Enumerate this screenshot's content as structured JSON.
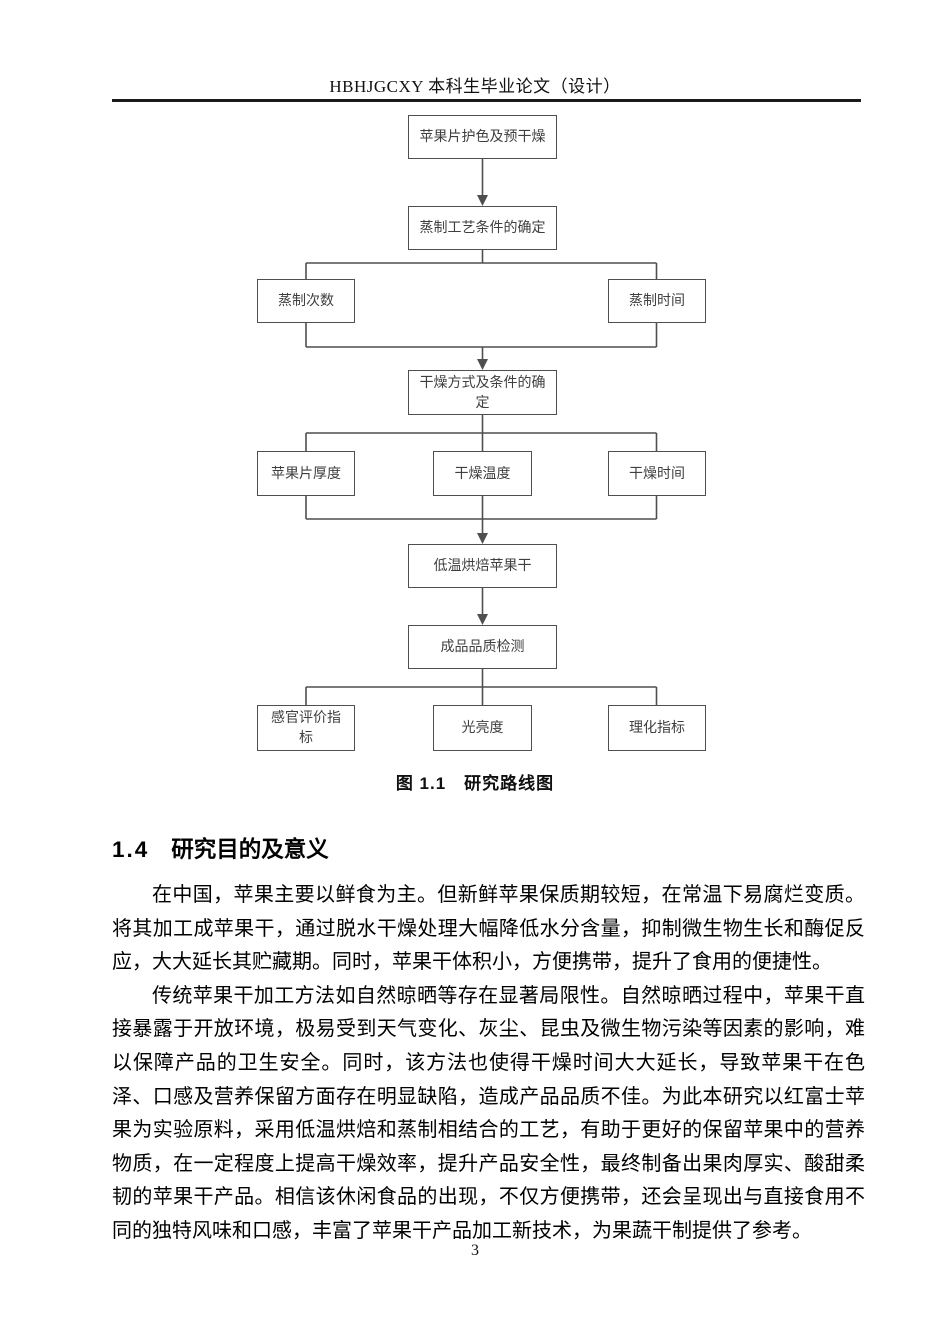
{
  "header": {
    "title": "HBHJGCXY 本科生毕业论文（设计）"
  },
  "flowchart": {
    "boxes": [
      {
        "label": "苹果片护色及预干燥"
      },
      {
        "label": "蒸制工艺条件的确定"
      },
      {
        "label": "蒸制次数"
      },
      {
        "label": "蒸制时间"
      },
      {
        "label": "干燥方式及条件的确定"
      },
      {
        "label": "苹果片厚度"
      },
      {
        "label": "干燥温度"
      },
      {
        "label": "干燥时间"
      },
      {
        "label": "低温烘焙苹果干"
      },
      {
        "label": "成品品质检测"
      },
      {
        "label": "感官评价指标"
      },
      {
        "label": "光亮度"
      },
      {
        "label": "理化指标"
      }
    ],
    "caption": "图 1.1　研究路线图",
    "line_color": "#4f4f4f"
  },
  "section": {
    "number": "1.4",
    "title": "研究目的及意义"
  },
  "paragraphs": [
    "在中国，苹果主要以鲜食为主。但新鲜苹果保质期较短，在常温下易腐烂变质。将其加工成苹果干，通过脱水干燥处理大幅降低水分含量，抑制微生物生长和酶促反应，大大延长其贮藏期。同时，苹果干体积小，方便携带，提升了食用的便捷性。",
    "传统苹果干加工方法如自然晾晒等存在显著局限性。自然晾晒过程中，苹果干直接暴露于开放环境，极易受到天气变化、灰尘、昆虫及微生物污染等因素的影响，难以保障产品的卫生安全。同时，该方法也使得干燥时间大大延长，导致苹果干在色泽、口感及营养保留方面存在明显缺陷，造成产品品质不佳。为此本研究以红富士苹果为实验原料，采用低温烘焙和蒸制相结合的工艺，有助于更好的保留苹果中的营养物质，在一定程度上提高干燥效率，提升产品安全性，最终制备出果肉厚实、酸甜柔韧的苹果干产品。相信该休闲食品的出现，不仅方便携带，还会呈现出与直接食用不同的独特风味和口感，丰富了苹果干产品加工新技术，为果蔬干制提供了参考。"
  ],
  "page_number": "3"
}
